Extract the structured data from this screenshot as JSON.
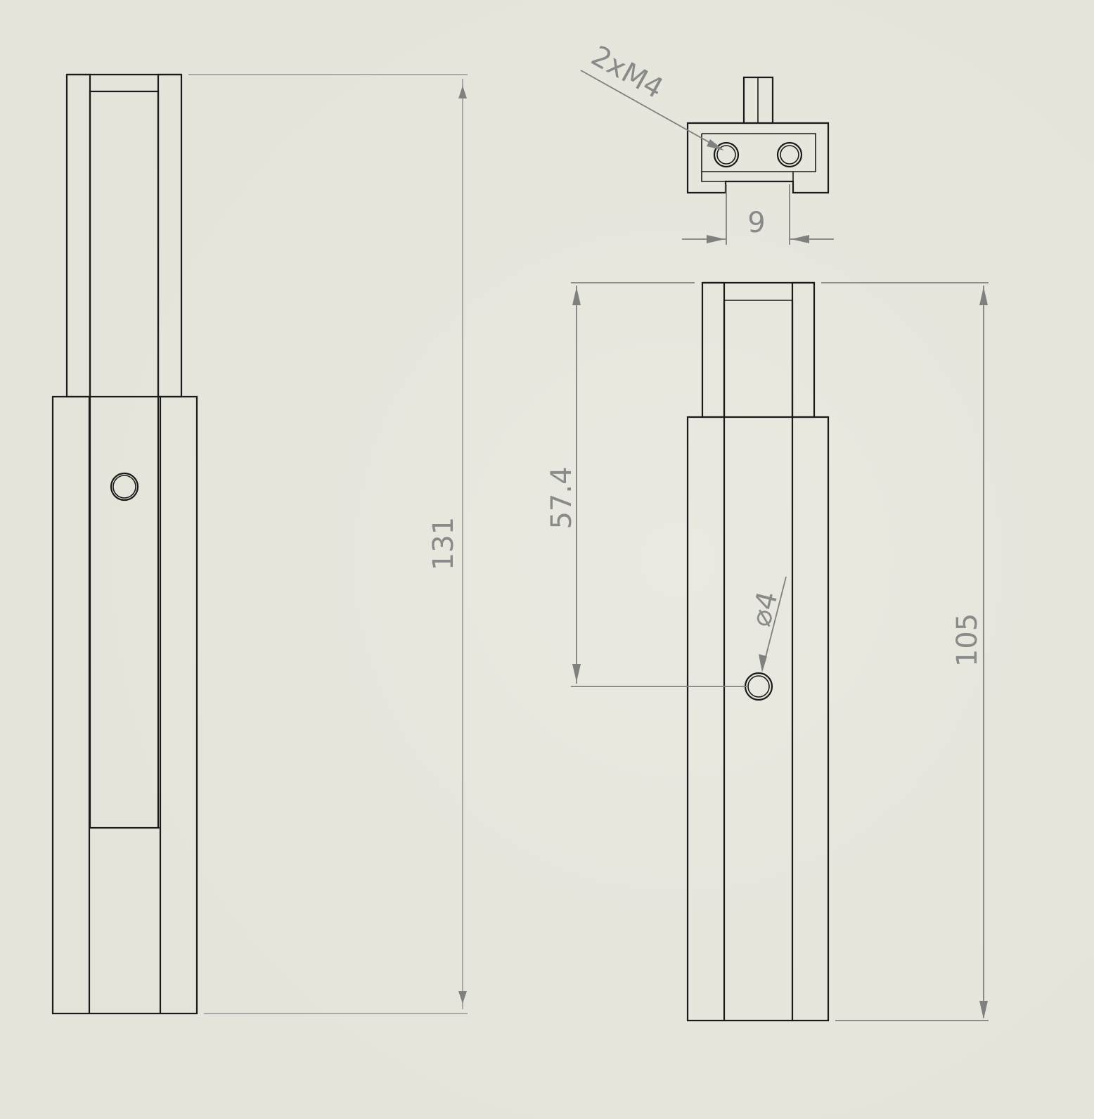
{
  "drawing": {
    "background": "#e6e6dc",
    "line_color": "#1a1a1a",
    "dimension_color": "#808080",
    "views": [
      "side-view",
      "top-view",
      "front-view"
    ]
  },
  "dimensions": {
    "overall_length": {
      "label": "131",
      "value": 131
    },
    "hole_spacing": {
      "label": "9",
      "value": 9
    },
    "hole_position": {
      "label": "57.4",
      "value": 57.4
    },
    "body_length": {
      "label": "105",
      "value": 105
    },
    "small_hole": {
      "label": "⌀4",
      "value": 4
    },
    "threaded_holes": {
      "label": "2xM4",
      "count": 2,
      "thread": "M4"
    }
  }
}
